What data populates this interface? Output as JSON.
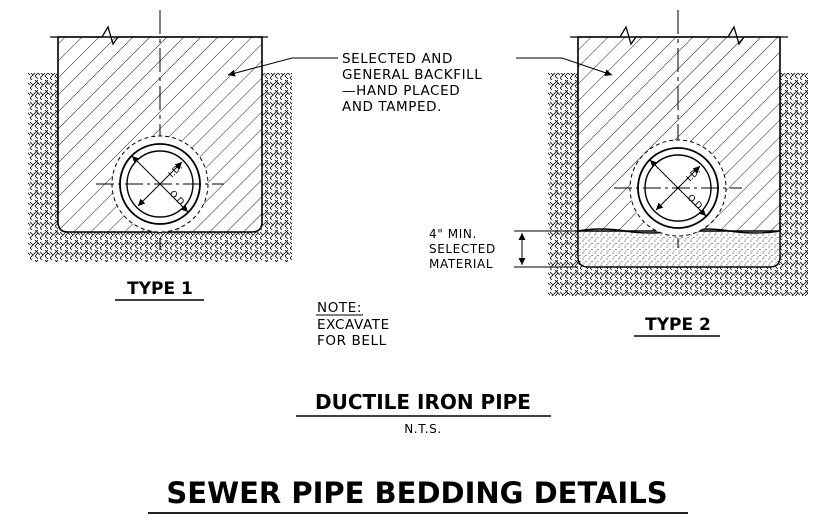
{
  "notes": {
    "backfill": [
      "SELECTED AND",
      "GENERAL BACKFILL",
      "—HAND PLACED",
      "AND TAMPED."
    ],
    "bell_title": "NOTE:",
    "bell_lines": [
      "EXCAVATE",
      "FOR BELL"
    ],
    "bedding": [
      "4\" MIN.",
      "SELECTED",
      "MATERIAL"
    ]
  },
  "pipe_labels": {
    "inner": "I.D.",
    "outer": "O.D."
  },
  "type1": {
    "label": "TYPE 1"
  },
  "type2": {
    "label": "TYPE 2"
  },
  "subtitle": {
    "text": "DUCTILE IRON PIPE",
    "scale": "N.T.S."
  },
  "title": "SEWER PIPE BEDDING DETAILS"
}
